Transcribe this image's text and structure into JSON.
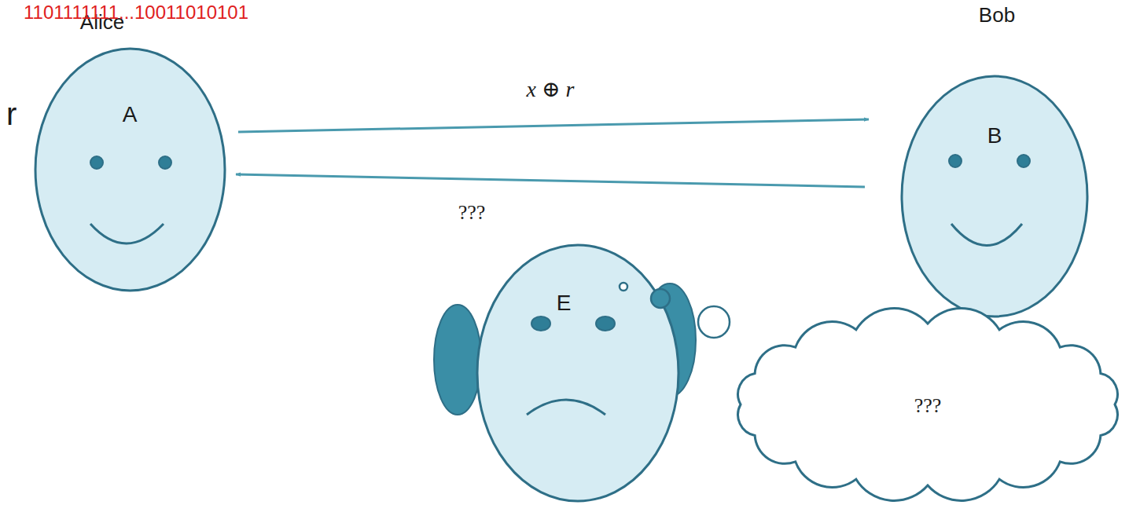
{
  "diagram": {
    "nodes": [
      {
        "text": [
          "Alice",
          "A"
        ]
      },
      {
        "text": [
          "Bob",
          "B"
        ]
      },
      {
        "text": [
          "E"
        ]
      },
      {
        "text": [
          "???"
        ]
      }
    ],
    "edges": [
      {
        "from": 0,
        "to": 1,
        "arrow": "to",
        "label": "x ⊕ r"
      },
      {
        "from": 1,
        "to": 0,
        "arrow": "to",
        "label": "???"
      }
    ],
    "labels": [
      "1101111111...10011010101",
      "r"
    ]
  }
}
